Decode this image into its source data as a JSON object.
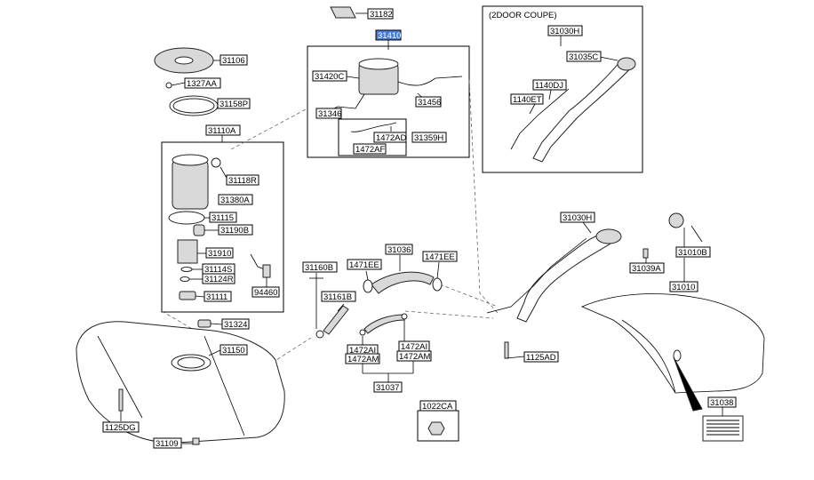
{
  "diagram": {
    "variant_note": "(2DOOR COUPE)",
    "callouts": [
      {
        "id": "31182",
        "label": "31182"
      },
      {
        "id": "31410",
        "label": "31410",
        "highlight": true
      },
      {
        "id": "31420C",
        "label": "31420C"
      },
      {
        "id": "31456",
        "label": "31456"
      },
      {
        "id": "31346",
        "label": "31346"
      },
      {
        "id": "1472AD",
        "label": "1472AD"
      },
      {
        "id": "31359H",
        "label": "31359H"
      },
      {
        "id": "1472AF",
        "label": "1472AF"
      },
      {
        "id": "31106",
        "label": "31106"
      },
      {
        "id": "1327AA",
        "label": "1327AA"
      },
      {
        "id": "31158P",
        "label": "31158P"
      },
      {
        "id": "31110A",
        "label": "31110A"
      },
      {
        "id": "31118R",
        "label": "31118R"
      },
      {
        "id": "31380A",
        "label": "31380A"
      },
      {
        "id": "31115",
        "label": "31115"
      },
      {
        "id": "31190B",
        "label": "31190B"
      },
      {
        "id": "31910",
        "label": "31910"
      },
      {
        "id": "31114S",
        "label": "31114S"
      },
      {
        "id": "31124R",
        "label": "31124R"
      },
      {
        "id": "31111",
        "label": "31111"
      },
      {
        "id": "94460",
        "label": "94460"
      },
      {
        "id": "31324",
        "label": "31324"
      },
      {
        "id": "31150",
        "label": "31150"
      },
      {
        "id": "1125DG",
        "label": "1125DG"
      },
      {
        "id": "31109",
        "label": "31109"
      },
      {
        "id": "31160B",
        "label": "31160B"
      },
      {
        "id": "31161B",
        "label": "31161B"
      },
      {
        "id": "1471EE_a",
        "label": "1471EE"
      },
      {
        "id": "31036",
        "label": "31036"
      },
      {
        "id": "1471EE_b",
        "label": "1471EE"
      },
      {
        "id": "1472AI_a",
        "label": "1472AI"
      },
      {
        "id": "1472AM_a",
        "label": "1472AM"
      },
      {
        "id": "1472AI_b",
        "label": "1472AI"
      },
      {
        "id": "1472AM_b",
        "label": "1472AM"
      },
      {
        "id": "31037",
        "label": "31037"
      },
      {
        "id": "1022CA",
        "label": "1022CA"
      },
      {
        "id": "31030H_a",
        "label": "31030H"
      },
      {
        "id": "31035C",
        "label": "31035C"
      },
      {
        "id": "1140DJ",
        "label": "1140DJ"
      },
      {
        "id": "1140ET",
        "label": "1140ET"
      },
      {
        "id": "31030H_b",
        "label": "31030H"
      },
      {
        "id": "31039A",
        "label": "31039A"
      },
      {
        "id": "31010B",
        "label": "31010B"
      },
      {
        "id": "31010",
        "label": "31010"
      },
      {
        "id": "1125AD",
        "label": "1125AD"
      },
      {
        "id": "31038",
        "label": "31038"
      }
    ]
  }
}
